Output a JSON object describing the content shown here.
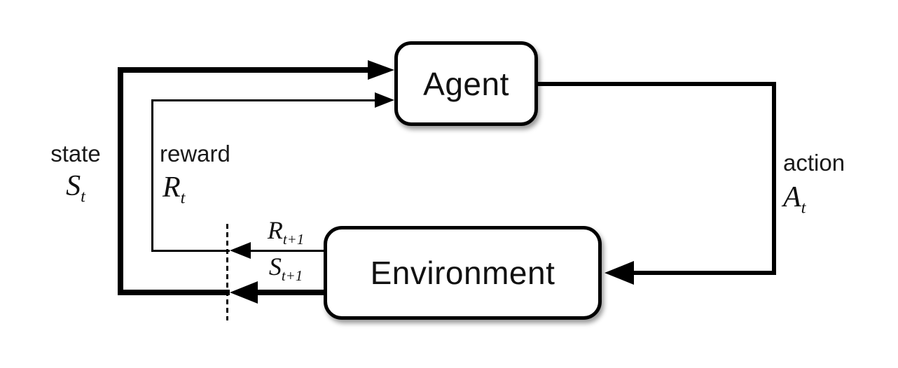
{
  "diagram": {
    "name": "agent-environment-interaction-loop",
    "nodes": {
      "agent": {
        "label": "Agent"
      },
      "environment": {
        "label": "Environment"
      }
    },
    "edges": {
      "state": {
        "word": "state",
        "symbol": {
          "base": "S",
          "sub": "t"
        }
      },
      "reward": {
        "word": "reward",
        "symbol": {
          "base": "R",
          "sub": "t"
        }
      },
      "action": {
        "word": "action",
        "symbol": {
          "base": "A",
          "sub": "t"
        }
      },
      "next_reward": {
        "symbol": {
          "base": "R",
          "sub": "t+1"
        }
      },
      "next_state": {
        "symbol": {
          "base": "S",
          "sub": "t+1"
        }
      }
    },
    "colors": {
      "line": "#000000",
      "background": "#ffffff",
      "box_fill": "#ffffff",
      "text": "#111111"
    }
  }
}
